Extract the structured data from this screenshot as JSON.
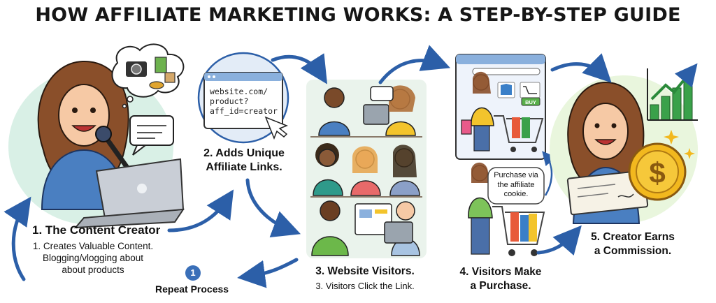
{
  "title": "HOW AFFILIATE MARKETING WORKS: A STEP-BY-STEP GUIDE",
  "step1": {
    "heading": "1. The Content Creator",
    "line1": "1. Creates Valuable Content.",
    "line2": "Blogging/vlogging about",
    "line3": "about products"
  },
  "step2": {
    "heading_line1": "2. Adds Unique",
    "heading_line2": "Affiliate Links.",
    "url_line1": "website.com/",
    "url_line2": "product?",
    "url_line3": "aff_id=creator"
  },
  "step3": {
    "heading": "3. Website Visitors.",
    "subtext": "3. Visitors Click the Link."
  },
  "step4": {
    "heading_line1": "4. Visitors Make",
    "heading_line2": "a Purchase.",
    "note_line1": "Purchase via",
    "note_line2": "the affiliate",
    "note_line3": "cookie.",
    "buy_label": "BUY"
  },
  "step5": {
    "heading_line1": "5. Creator Earns",
    "heading_line2": "a Commission."
  },
  "repeat": {
    "badge": "1",
    "label": "Repeat Process"
  },
  "colors": {
    "arrow": "#2c5fa8",
    "mint_bg": "#d9f0e6",
    "creator_shirt": "#4a7fc1",
    "hair": "#8a4f2a",
    "coin": "#f2b81e",
    "chart_green": "#3aa14a"
  }
}
